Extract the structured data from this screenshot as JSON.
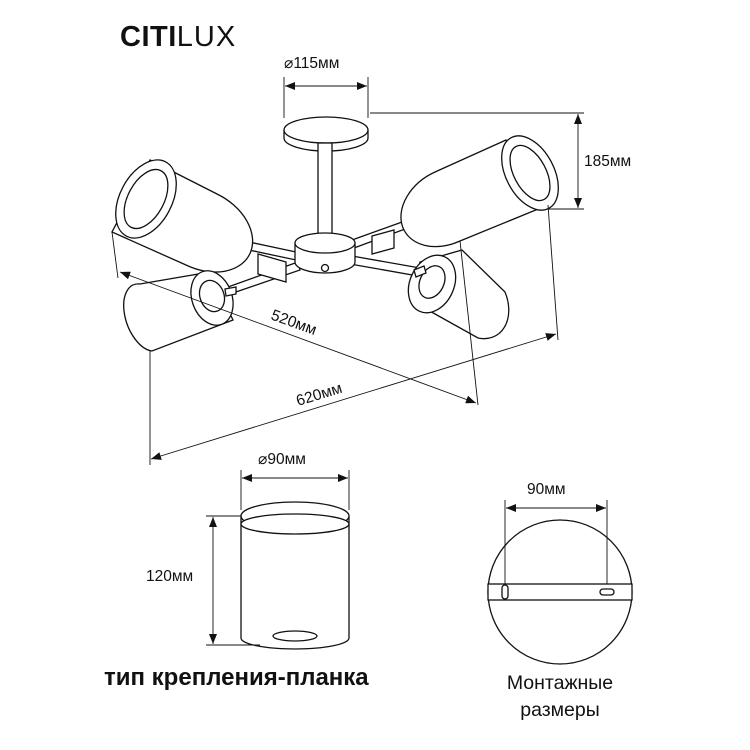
{
  "brand": {
    "part1": "CITI",
    "part2": "LUX"
  },
  "dimensions": {
    "canopy_diameter": "⌀115мм",
    "height": "185мм",
    "span_inner": "520мм",
    "span_outer": "620мм",
    "shade_diameter": "⌀90мм",
    "shade_height": "120мм",
    "mount_width": "90мм"
  },
  "labels": {
    "mount_type": "тип крепления-планка",
    "mount_caption_line1": "Монтажные",
    "mount_caption_line2": "размеры"
  }
}
